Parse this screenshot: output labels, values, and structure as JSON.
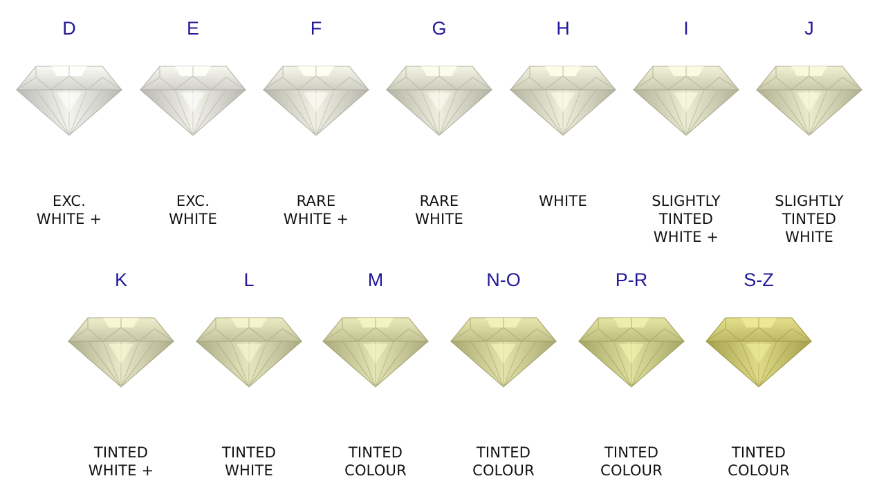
{
  "colors": {
    "letter": "#23199a",
    "label": "#111111",
    "background": "#ffffff"
  },
  "grades": [
    {
      "letter": "D",
      "label": [
        "EXC.",
        "WHITE +"
      ],
      "tint": "#dcdcd6"
    },
    {
      "letter": "E",
      "label": [
        "EXC.",
        "WHITE"
      ],
      "tint": "#dadad2"
    },
    {
      "letter": "F",
      "label": [
        "RARE",
        "WHITE +"
      ],
      "tint": "#d8d8cc"
    },
    {
      "letter": "G",
      "label": [
        "RARE",
        "WHITE"
      ],
      "tint": "#d6d6c6"
    },
    {
      "letter": "H",
      "label": [
        "WHITE"
      ],
      "tint": "#d6d6c2"
    },
    {
      "letter": "I",
      "label": [
        "SLIGHTLY",
        "TINTED",
        "WHITE +"
      ],
      "tint": "#d4d4ba"
    },
    {
      "letter": "J",
      "label": [
        "SLIGHTLY",
        "TINTED",
        "WHITE"
      ],
      "tint": "#d2d2b4"
    },
    {
      "letter": "K",
      "label": [
        "TINTED",
        "WHITE +"
      ],
      "tint": "#d0d0ae"
    },
    {
      "letter": "L",
      "label": [
        "TINTED",
        "WHITE"
      ],
      "tint": "#cecea6"
    },
    {
      "letter": "M",
      "label": [
        "TINTED",
        "COLOUR"
      ],
      "tint": "#cccc9c"
    },
    {
      "letter": "N-O",
      "label": [
        "TINTED",
        "COLOUR"
      ],
      "tint": "#caca92"
    },
    {
      "letter": "P-R",
      "label": [
        "TINTED",
        "COLOUR"
      ],
      "tint": "#c8c886"
    },
    {
      "letter": "S-Z",
      "label": [
        "TINTED",
        "COLOUR"
      ],
      "tint": "#c6c26e"
    }
  ]
}
